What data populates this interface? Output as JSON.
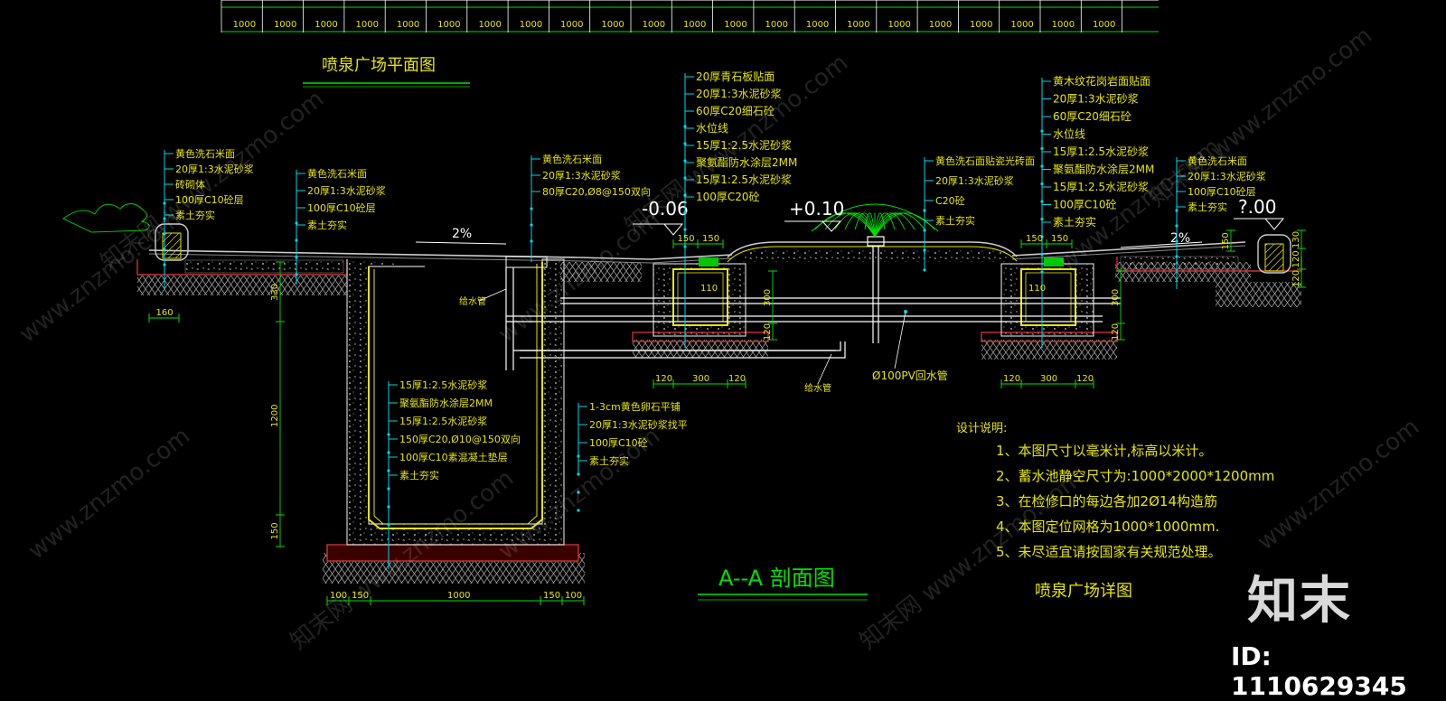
{
  "plan_ruler_labels": [
    "1000",
    "1000",
    "1000",
    "1000",
    "1000",
    "1000",
    "1000",
    "1000",
    "1000",
    "1000",
    "1000",
    "1000",
    "1000",
    "1000",
    "1000",
    "1000",
    "1000",
    "1000",
    "1000",
    "1000",
    "1000",
    "1000"
  ],
  "plan_title": "喷泉广场平面图",
  "section_title": "A--A 剖面图",
  "detail_title": "喷泉广场详图",
  "levels": {
    "left": "-0.06",
    "mid": "+0.10",
    "right": "?.00"
  },
  "slopes": {
    "left": "2%",
    "right": "2%"
  },
  "callout_left_edge": [
    "黄色洗石米面",
    "20厚1:3水泥砂浆",
    "砖砌体",
    "100厚C10砼层",
    "素土夯实"
  ],
  "callout_left_paving": [
    "黄色洗石米面",
    "20厚1:3水泥砂浆",
    "100厚C10砼层",
    "素土夯实"
  ],
  "callout_mid_paving": [
    "黄色洗石米面",
    "20厚1:3水泥砂浆",
    "80厚C20,Ø8@150双向"
  ],
  "callout_pool_rim": [
    "20厚青石板贴面",
    "20厚1:3水泥砂浆",
    "60厚C20细石砼",
    "水位线",
    "15厚1:2.5水泥砂浆",
    "聚氨酯防水涂层2MM",
    "15厚1:2.5水泥砂浆",
    "100厚C20砼"
  ],
  "callout_right_paving": [
    "黄色洗石面贴瓷光砖面",
    "20厚1:3水泥砂浆",
    "C20砼",
    "素土夯实"
  ],
  "callout_right_rim": [
    "黄木纹花岗岩面贴面",
    "20厚1:3水泥砂浆",
    "60厚C20细石砼",
    "水位线",
    "15厚1:2.5水泥砂浆",
    "聚氨酯防水涂层2MM",
    "15厚1:2.5水泥砂浆",
    "100厚C10砼",
    "素土夯实"
  ],
  "callout_right_edge": [
    "黄色洗石米面",
    "20厚1:3水泥砂浆",
    "100厚C10砼层",
    "素土夯实"
  ],
  "callout_tank": [
    "15厚1:2.5水泥砂浆",
    "聚氨酯防水涂层2MM",
    "15厚1:2.5水泥砂浆",
    "150厚C20,Ø10@150双向",
    "100厚C10素混凝土垫层",
    "素土夯实"
  ],
  "callout_tank_wall": [
    "1-3cm黄色卵石平铺",
    "20厚1:3水泥砂浆找平",
    "100厚C10砼",
    "素土夯实"
  ],
  "pipe_labels": {
    "supply_left": "给水管",
    "supply_bottom": "给水管",
    "drain": "Ø100PV回水管"
  },
  "dims": {
    "left_curb": "160",
    "tank_bottom": [
      "100",
      "150",
      "1000",
      "150",
      "100"
    ],
    "tank_heights": [
      "330",
      "1200",
      "150"
    ],
    "box_left": [
      "120",
      "300",
      "120"
    ],
    "box_right": [
      "120",
      "300",
      "120"
    ],
    "box_heights": [
      "300",
      "120"
    ],
    "rim_left": [
      "150",
      "150"
    ],
    "rim_right": [
      "150",
      "150"
    ],
    "edge_right": [
      "150",
      "130",
      "120",
      "120"
    ],
    "small": "110"
  },
  "notes_title": "设计说明:",
  "notes": [
    "1、本图尺寸以毫米计,标高以米计。",
    "2、蓄水池静空尺寸为:1000*2000*1200mm",
    "3、在检修口的每边各加2Ø14构造筋",
    "4、本图定位网格为1000*1000mm.",
    "5、未尽适宜请按国家有关规范处理。"
  ],
  "watermark_text": "www.znzmo.com",
  "watermark_cn": "知末网",
  "brand": "知末",
  "brand_id": "ID: 1110629345",
  "colors": {
    "background": "#000000",
    "text": "#e6e600",
    "lines": "#ffffff",
    "leaders": "#00d8e8",
    "dims": "#00e000",
    "fill_red": "#c83232",
    "paving": "#888888"
  }
}
